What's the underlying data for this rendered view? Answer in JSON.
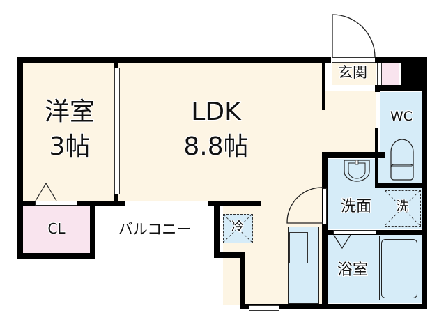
{
  "floor_plan": {
    "rooms": [
      {
        "id": "western_room",
        "name": "洋室",
        "size": "3帖"
      },
      {
        "id": "ldk",
        "name": "LDK",
        "size": "8.8帖"
      },
      {
        "id": "closet",
        "name": "CL"
      },
      {
        "id": "balcony",
        "name": "バルコニー"
      },
      {
        "id": "entrance",
        "name": "玄関"
      },
      {
        "id": "toilet",
        "name": "WC"
      },
      {
        "id": "washroom",
        "name": "洗面"
      },
      {
        "id": "bathroom",
        "name": "浴室"
      }
    ],
    "fixtures": {
      "fridge_space": "冷",
      "washer_space": "洗"
    },
    "colors": {
      "wall": "#000000",
      "living_floor": "#fdf5e4",
      "wet_area": "#d6ecf8",
      "closet": "#f9e4ee",
      "balcony": "#ffffff"
    }
  }
}
